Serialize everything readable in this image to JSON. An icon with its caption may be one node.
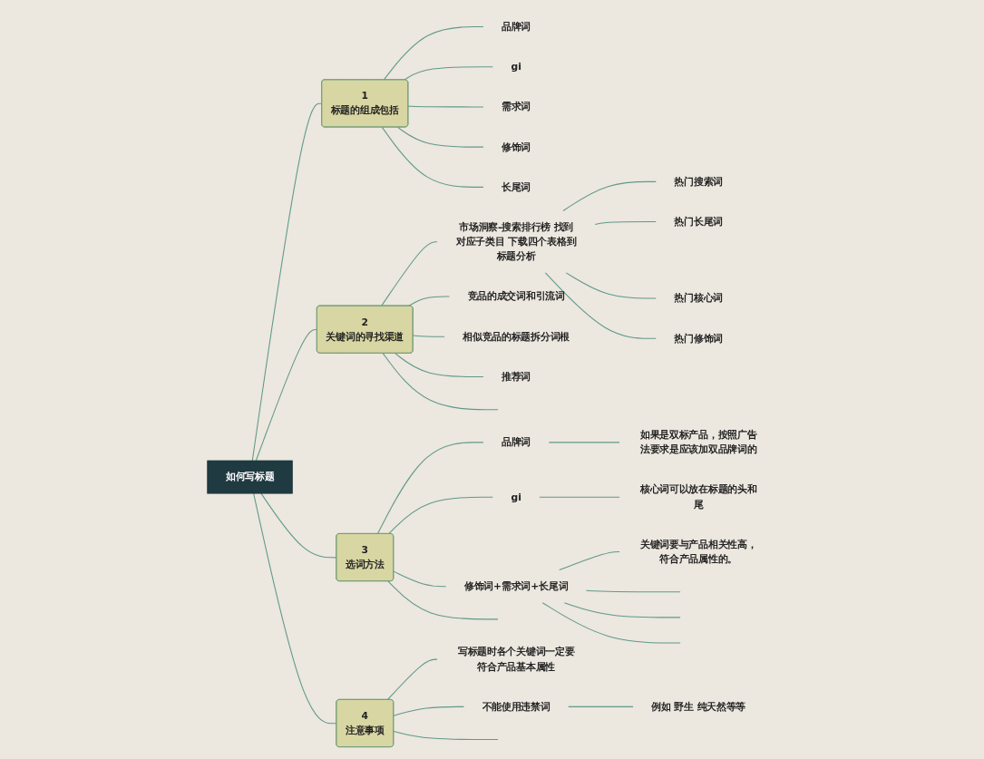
{
  "diagram": {
    "nodes": [
      {
        "text": [
          "如何写标题"
        ]
      },
      {
        "text": [
          "1",
          "标题的组成包括"
        ]
      },
      {
        "text": [
          "品牌词"
        ]
      },
      {
        "text": [
          "gi"
        ]
      },
      {
        "text": [
          "需求词"
        ]
      },
      {
        "text": [
          "修饰词"
        ]
      },
      {
        "text": [
          "长尾词"
        ]
      },
      {
        "text": [
          "2",
          "关键词的寻找渠道"
        ]
      },
      {
        "text": [
          "市场洞察-搜索排行榜 找到对应子类目 下载四个表格到标题分析"
        ]
      },
      {
        "text": [
          "热门搜索词"
        ]
      },
      {
        "text": [
          "热门长尾词"
        ]
      },
      {
        "text": [
          "热门核心词"
        ]
      },
      {
        "text": [
          "热门修饰词"
        ]
      },
      {
        "text": [
          "竞品的成交词和引流词"
        ]
      },
      {
        "text": [
          "相似竞品的标题拆分词根"
        ]
      },
      {
        "text": [
          "推荐词"
        ]
      },
      {
        "text": [
          "3",
          "选词方法"
        ]
      },
      {
        "text": [
          "品牌词"
        ]
      },
      {
        "text": [
          "如果是双标产品，按照广告法要求是应该加双品牌词的"
        ]
      },
      {
        "text": [
          "gi"
        ]
      },
      {
        "text": [
          "核心词可以放在标题的头和尾"
        ]
      },
      {
        "text": [
          "修饰词+需求词+长尾词"
        ]
      },
      {
        "text": [
          "关键词要与产品相关性高，符合产品属性的。"
        ]
      },
      {
        "text": [
          "4",
          "注意事项"
        ]
      },
      {
        "text": [
          "写标题时各个关键词一定要符合产品基本属性"
        ]
      },
      {
        "text": [
          "不能使用违禁词"
        ]
      },
      {
        "text": [
          "例如 野生 纯天然等等"
        ]
      }
    ],
    "edges": [
      {
        "from": 0,
        "to": 1,
        "arrow": "none"
      },
      {
        "from": 1,
        "to": 2,
        "arrow": "none"
      },
      {
        "from": 1,
        "to": 3,
        "arrow": "none"
      },
      {
        "from": 1,
        "to": 4,
        "arrow": "none"
      },
      {
        "from": 1,
        "to": 5,
        "arrow": "none"
      },
      {
        "from": 1,
        "to": 6,
        "arrow": "none"
      },
      {
        "from": 0,
        "to": 7,
        "arrow": "none"
      },
      {
        "from": 7,
        "to": 8,
        "arrow": "none"
      },
      {
        "from": 8,
        "to": 9,
        "arrow": "none"
      },
      {
        "from": 8,
        "to": 10,
        "arrow": "none"
      },
      {
        "from": 8,
        "to": 11,
        "arrow": "none"
      },
      {
        "from": 8,
        "to": 12,
        "arrow": "none"
      },
      {
        "from": 7,
        "to": 13,
        "arrow": "none"
      },
      {
        "from": 7,
        "to": 14,
        "arrow": "none"
      },
      {
        "from": 7,
        "to": 15,
        "arrow": "none"
      },
      {
        "from": 7,
        "to": null,
        "arrow": "none"
      },
      {
        "from": 0,
        "to": 16,
        "arrow": "none"
      },
      {
        "from": 16,
        "to": 17,
        "arrow": "none"
      },
      {
        "from": 17,
        "to": 18,
        "arrow": "none"
      },
      {
        "from": 16,
        "to": 19,
        "arrow": "none"
      },
      {
        "from": 19,
        "to": 20,
        "arrow": "none"
      },
      {
        "from": 16,
        "to": 21,
        "arrow": "none"
      },
      {
        "from": 21,
        "to": 22,
        "arrow": "none"
      },
      {
        "from": 21,
        "to": null,
        "arrow": "none"
      },
      {
        "from": 21,
        "to": null,
        "arrow": "none"
      },
      {
        "from": 21,
        "to": null,
        "arrow": "none"
      },
      {
        "from": 16,
        "to": null,
        "arrow": "none"
      },
      {
        "from": 0,
        "to": 23,
        "arrow": "none"
      },
      {
        "from": 23,
        "to": 24,
        "arrow": "none"
      },
      {
        "from": 23,
        "to": 25,
        "arrow": "none"
      },
      {
        "from": 25,
        "to": 26,
        "arrow": "none"
      },
      {
        "from": 23,
        "to": null,
        "arrow": "none"
      }
    ]
  }
}
